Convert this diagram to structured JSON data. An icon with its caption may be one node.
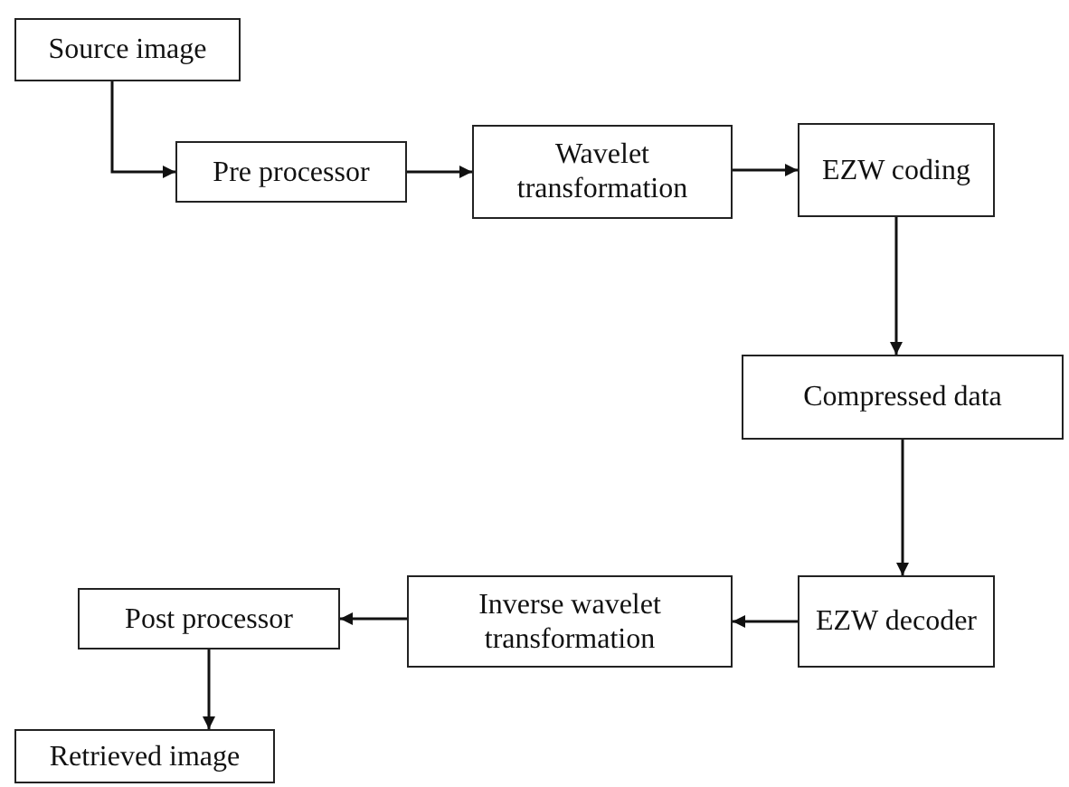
{
  "diagram": {
    "nodes": [
      {
        "text": [
          "Source image"
        ]
      },
      {
        "text": [
          "Pre processor"
        ]
      },
      {
        "text": [
          "Wavelet transformation"
        ]
      },
      {
        "text": [
          "EZW coding"
        ]
      },
      {
        "text": [
          "Compressed data"
        ]
      },
      {
        "text": [
          "EZW decoder"
        ]
      },
      {
        "text": [
          "Inverse wavelet transformation"
        ]
      },
      {
        "text": [
          "Post processor"
        ]
      },
      {
        "text": [
          "Retrieved image"
        ]
      }
    ],
    "edges": [
      {
        "from": 0,
        "to": 1,
        "arrow": "to"
      },
      {
        "from": 1,
        "to": 2,
        "arrow": "to"
      },
      {
        "from": 2,
        "to": 3,
        "arrow": "to"
      },
      {
        "from": 3,
        "to": 4,
        "arrow": "to"
      },
      {
        "from": 4,
        "to": 5,
        "arrow": "to"
      },
      {
        "from": 5,
        "to": 6,
        "arrow": "to"
      },
      {
        "from": 6,
        "to": 7,
        "arrow": "to"
      },
      {
        "from": 7,
        "to": 8,
        "arrow": "to"
      }
    ]
  }
}
